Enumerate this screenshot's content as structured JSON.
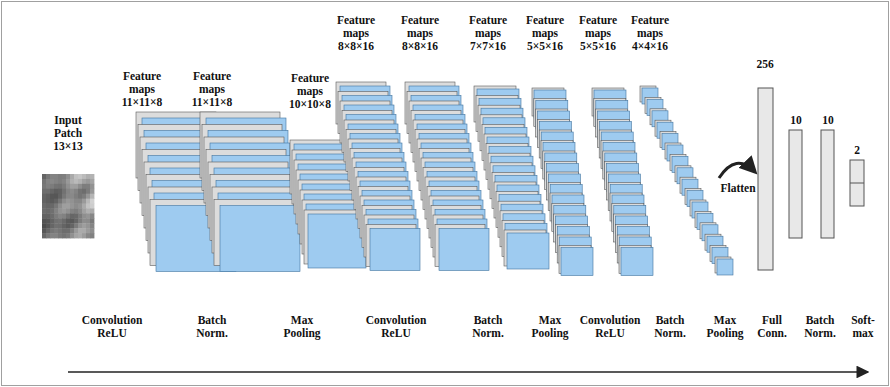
{
  "diagram": {
    "nodes": [
      {
        "text": [
          "Input Patch 13×13"
        ]
      },
      {
        "text": [
          "Feature maps 11×11×8"
        ]
      },
      {
        "text": [
          "Feature maps 11×11×8"
        ]
      },
      {
        "text": [
          "Feature maps 10×10×8"
        ]
      },
      {
        "text": [
          "Feature maps 8×8×16"
        ]
      },
      {
        "text": [
          "Feature maps 8×8×16"
        ]
      },
      {
        "text": [
          "Feature maps 7×7×16"
        ]
      },
      {
        "text": [
          "Feature maps 5×5×16"
        ]
      },
      {
        "text": [
          "Feature maps 5×5×16"
        ]
      },
      {
        "text": [
          "Feature maps 4×4×16"
        ]
      },
      {
        "text": [
          "256"
        ]
      },
      {
        "text": [
          "10"
        ]
      },
      {
        "text": [
          "10"
        ]
      },
      {
        "text": [
          "2"
        ]
      }
    ],
    "labels": [
      "Flatten",
      "Convolution ReLU",
      "Batch Norm.",
      "Max Pooling",
      "Convolution ReLU",
      "Batch Norm.",
      "Max Pooling",
      "Convolution ReLU",
      "Batch Norm.",
      "Max Pooling",
      "Full Conn.",
      "Batch Norm.",
      "Soft-max"
    ]
  }
}
